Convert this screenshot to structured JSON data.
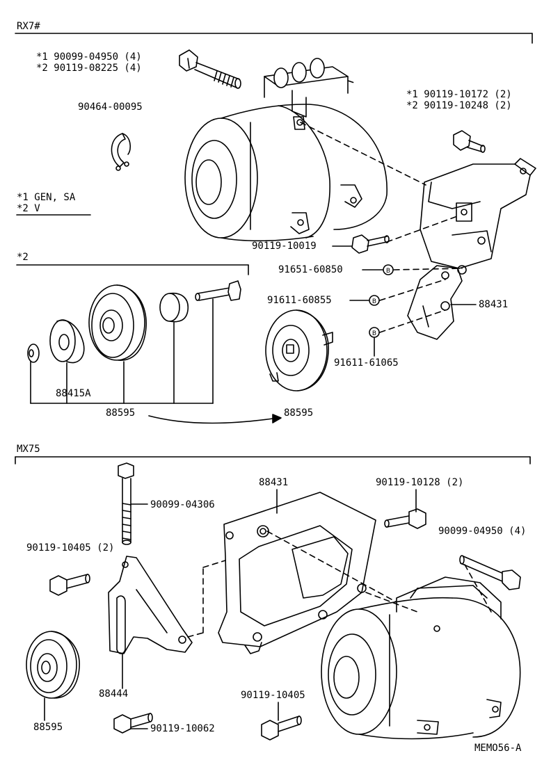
{
  "sections": {
    "top": "RX7#",
    "sub": "*2",
    "bottom": "MX75"
  },
  "legend": {
    "line1": "*1  GEN, SA",
    "line2": "*2  V"
  },
  "labels": {
    "bolt_a1": "*1  90099-04950 (4)",
    "bolt_a2": "*2  90119-08225 (4)",
    "clip": "90464-00095",
    "bolt_b1": "*1  90119-10172 (2)",
    "bolt_b2": "*2  90119-10248 (2)",
    "bolt_c": "90119-10019",
    "nut_1": "91651-60850",
    "nut_2": "91611-60855",
    "bracket_top": "88431",
    "nut_3": "91611-61065",
    "part_88415a": "88415A",
    "pulley_sub": "88595",
    "pulley_top": "88595",
    "bracket_mx": "88431",
    "bolt_mx_long": "90099-04306",
    "bolt_mx_128": "90119-10128 (2)",
    "bolt_mx_405_2": "90119-10405 (2)",
    "bolt_mx_4950": "90099-04950 (4)",
    "idler_mx": "88444",
    "pulley_mx": "88595",
    "bolt_mx_405": "90119-10405",
    "bolt_mx_062": "90119-10062",
    "code": "MEMO56-A"
  }
}
